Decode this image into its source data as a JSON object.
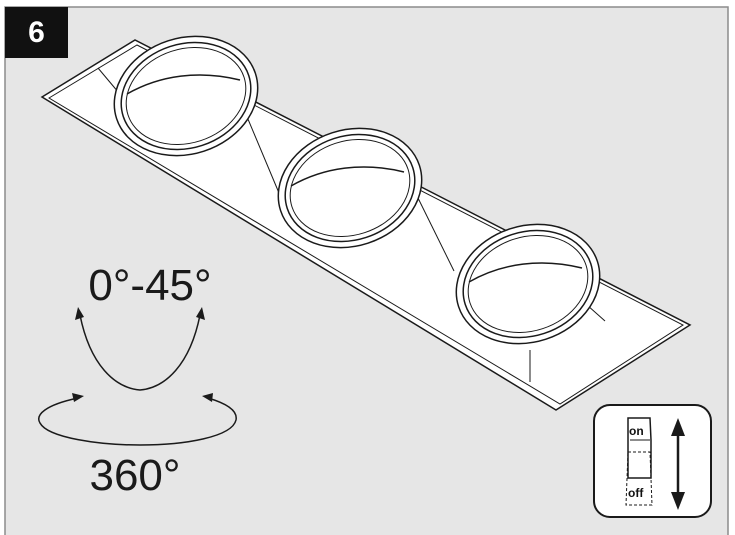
{
  "step": {
    "number": "6"
  },
  "rotation": {
    "tilt_label": "0°-45°",
    "rotate_label": "360°"
  },
  "switch": {
    "on_label": "on",
    "off_label": "off"
  },
  "colors": {
    "panel_bg": "#e6e6e6",
    "panel_border": "#8c8c8c",
    "badge_bg": "#111111",
    "line": "#1a1a1a"
  }
}
